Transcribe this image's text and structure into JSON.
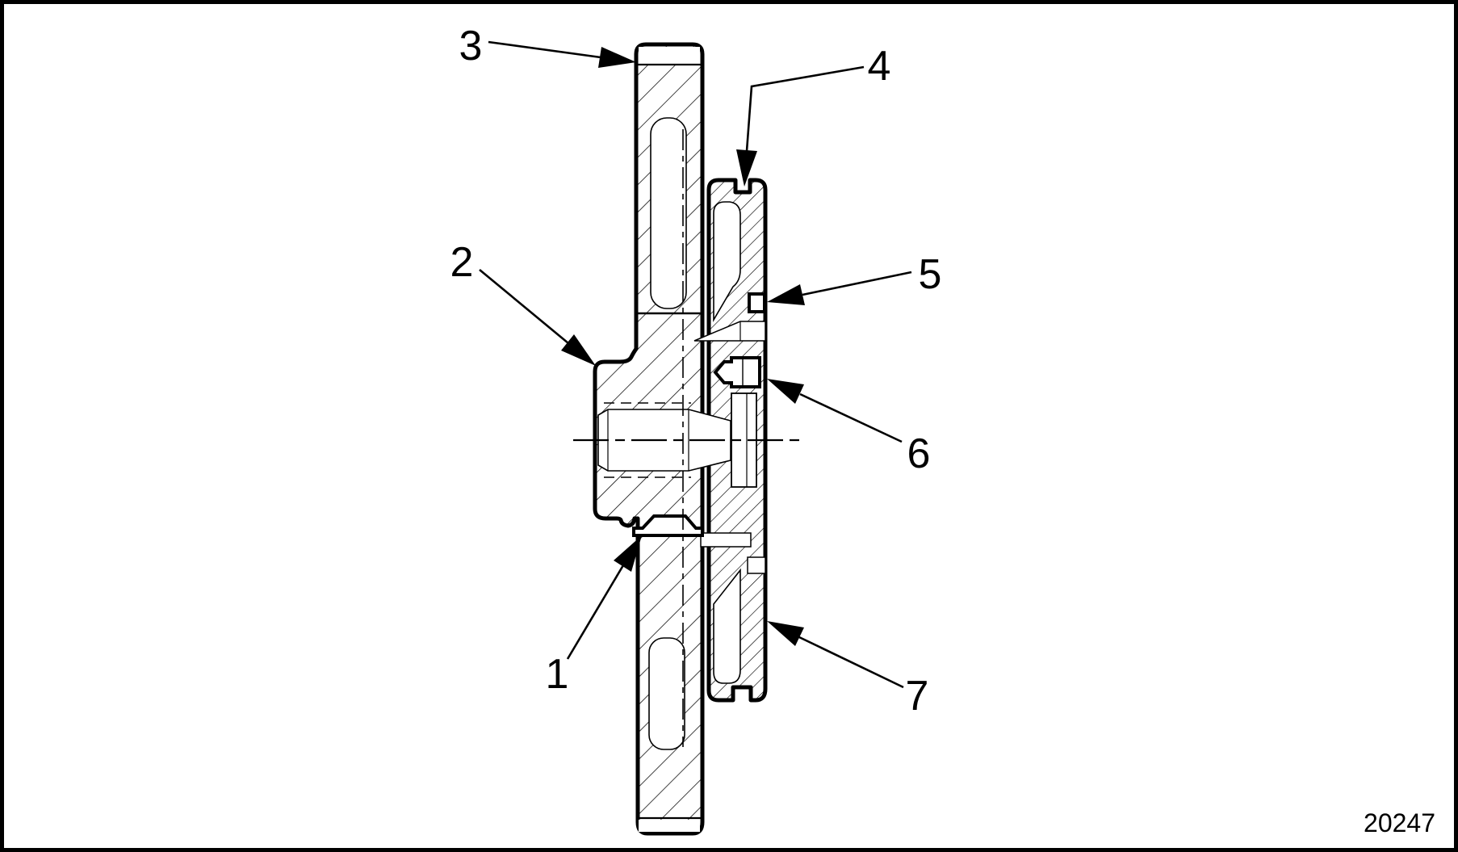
{
  "figure": {
    "number_label": "20247",
    "colors": {
      "line": "#000000",
      "background": "#ffffff"
    }
  },
  "callouts": [
    {
      "label": "1"
    },
    {
      "label": "2"
    },
    {
      "label": "3"
    },
    {
      "label": "4"
    },
    {
      "label": "5"
    },
    {
      "label": "6"
    },
    {
      "label": "7"
    }
  ]
}
